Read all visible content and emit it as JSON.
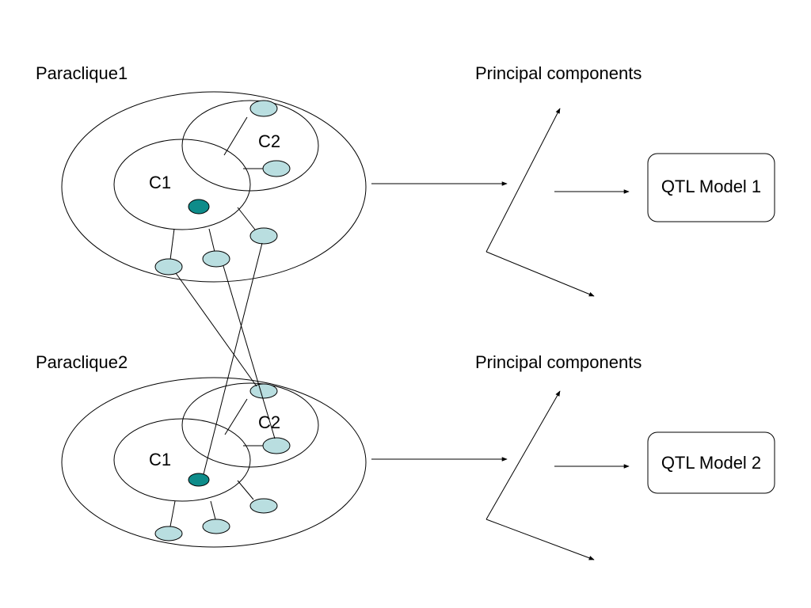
{
  "paracliques": [
    {
      "label": "Paraclique1",
      "c1_label": "C1",
      "c2_label": "C2",
      "pc_label": "Principal components",
      "model_label": "QTL Model 1"
    },
    {
      "label": "Paraclique2",
      "c1_label": "C1",
      "c2_label": "C2",
      "pc_label": "Principal components",
      "model_label": "QTL Model 2"
    }
  ],
  "colors": {
    "node_light": "#B9DEE0",
    "node_dark": "#0E8C8A",
    "stroke": "#000000"
  }
}
